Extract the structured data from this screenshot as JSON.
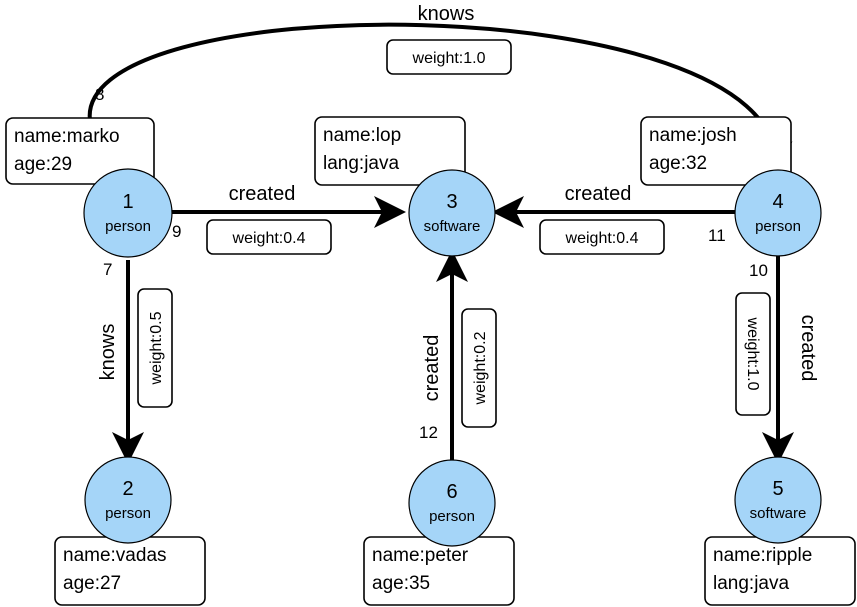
{
  "colors": {
    "node_fill": "#a5d5f8",
    "stroke": "#000000",
    "background": "#ffffff"
  },
  "vertices": [
    {
      "id": "1",
      "label": "person",
      "props": [
        "name:marko",
        "age:29"
      ]
    },
    {
      "id": "2",
      "label": "person",
      "props": [
        "name:vadas",
        "age:27"
      ]
    },
    {
      "id": "3",
      "label": "software",
      "props": [
        "name:lop",
        "lang:java"
      ]
    },
    {
      "id": "4",
      "label": "person",
      "props": [
        "name:josh",
        "age:32"
      ]
    },
    {
      "id": "5",
      "label": "software",
      "props": [
        "name:ripple",
        "lang:java"
      ]
    },
    {
      "id": "6",
      "label": "person",
      "props": [
        "name:peter",
        "age:35"
      ]
    }
  ],
  "edges": [
    {
      "id": "7",
      "label": "knows",
      "from": "1",
      "to": "2",
      "weight": "weight:0.5"
    },
    {
      "id": "8",
      "label": "knows",
      "from": "1",
      "to": "4",
      "weight": "weight:1.0"
    },
    {
      "id": "9",
      "label": "created",
      "from": "1",
      "to": "3",
      "weight": "weight:0.4"
    },
    {
      "id": "10",
      "label": "created",
      "from": "4",
      "to": "5",
      "weight": "weight:1.0"
    },
    {
      "id": "11",
      "label": "created",
      "from": "4",
      "to": "3",
      "weight": "weight:0.4"
    },
    {
      "id": "12",
      "label": "created",
      "from": "6",
      "to": "3",
      "weight": "weight:0.2"
    }
  ]
}
